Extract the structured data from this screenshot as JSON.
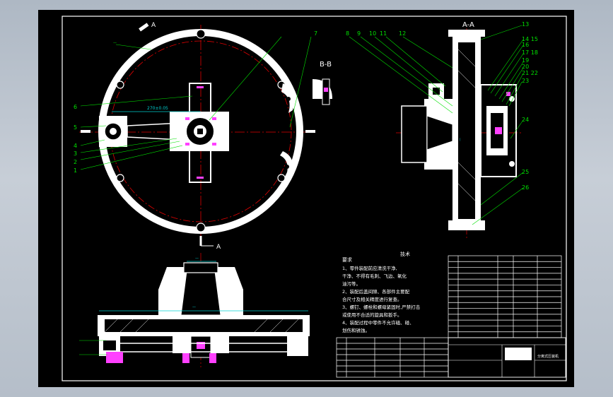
{
  "drawing": {
    "colors": {
      "background": "#000000",
      "outline": "#ffffff",
      "leader": "#00e000",
      "centerline": "#e00000",
      "dimension": "#00d0d0",
      "highlight": "#ff40ff"
    },
    "views": {
      "section_aa": "A-A",
      "section_bb": "B-B",
      "cut_mark_top": "A",
      "cut_mark_bottom": "A"
    },
    "callouts_plan": [
      "1",
      "2",
      "3",
      "4",
      "5",
      "6",
      "7"
    ],
    "callouts_section": [
      "8",
      "9",
      "10",
      "11",
      "12",
      "13",
      "14 15",
      "16",
      "17 18",
      "19",
      "20",
      "21 22",
      "23",
      "24",
      "25",
      "26"
    ],
    "notes": {
      "title": "技术",
      "heading": "要求",
      "lines": [
        "1、零件装配前应清洗干净,",
        "干净、不得有毛刺、飞边、氧化",
        "油污等。",
        "2、装配后盖间隙、各部件主要配",
        "合尺寸及相关精度进行复查。",
        "3、螺钉、螺栓和螺母紧固时,严禁打击",
        "或使用不合适的旋具和扳手。",
        "4、装配过程中零件不允许磕、碰、",
        "划伤和锈蚀。"
      ]
    },
    "parts_list_rows": 14,
    "bom_rows": 7,
    "title_block_text": "分离式压装机"
  }
}
